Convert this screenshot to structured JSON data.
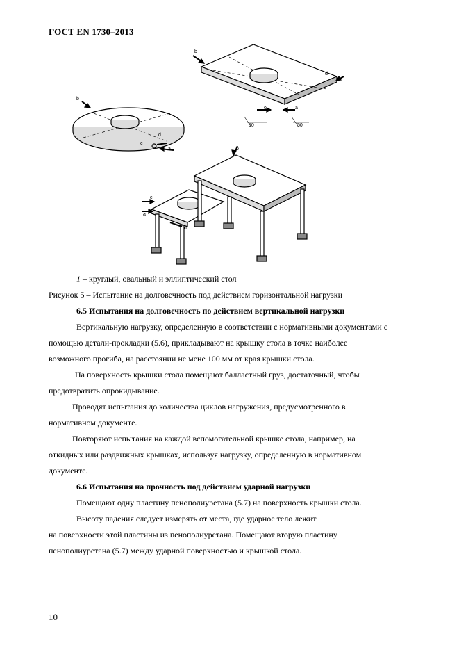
{
  "header": {
    "title": "ГОСТ EN 1730–2013"
  },
  "figure": {
    "labels": {
      "b": "b",
      "c": "c",
      "d": "d",
      "a": "a",
      "dim1": "50",
      "dim2": "50"
    },
    "caption_item_number": "1",
    "caption_item_text": " – круглый, овальный и эллиптический стол",
    "caption": "Рисунок 5 – Испытание на долговечность под действием горизонтальной нагрузки"
  },
  "section_65": {
    "heading": "6.5  Испытания на долговечность по действием вертикальной нагрузки",
    "lines": [
      "Вертикальную нагрузку, определенную в соответствии с нормативными документами с",
      "помощью детали-прокладки (5.6),  прикладывают на крышку стола в точке наиболее",
      "возможного прогиба, на расстоянии не мене 100 мм от края крышки стола.",
      "На поверхность крышки стола помещают балластный груз, достаточный, чтобы",
      "предотвратить опрокидывание.",
      "Проводят испытания до количества циклов нагружения, предусмотренного в",
      "нормативном документе.",
      "Повторяют испытания на каждой вспомогательной крышке стола, например,  на",
      "откидных или раздвижных крышках, используя нагрузку, определенную в нормативном",
      "документе."
    ]
  },
  "section_66": {
    "heading": "6.6 Испытания на прочность под действием ударной нагрузки",
    "lines": [
      "Помещают одну пластину пенополиуретана (5.7) на поверхность крышки стола.",
      "Высоту падения следует измерять от места, где ударное тело лежит",
      "на поверхности этой пластины из пенополиуретана. Помещают вторую пластину",
      "пенополиуретана (5.7) между ударной поверхностью и крышкой стола."
    ]
  },
  "footer": {
    "page_number": "10"
  }
}
